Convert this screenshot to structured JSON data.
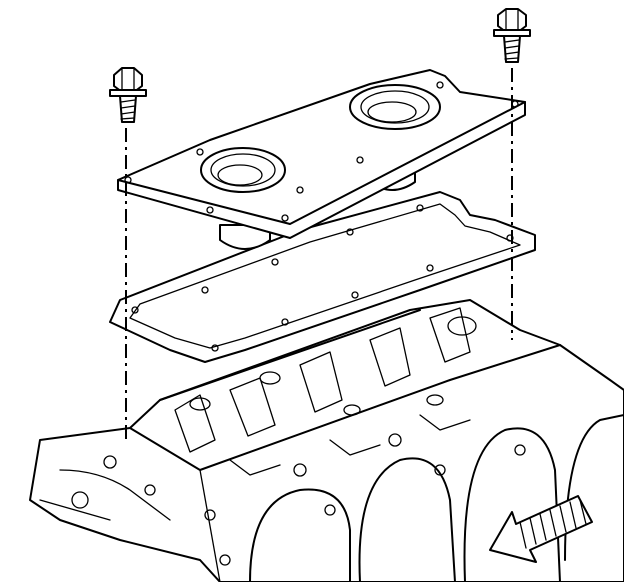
{
  "diagram": {
    "parts": [
      "bolt-left",
      "bolt-right",
      "cover-plate",
      "gasket",
      "engine-block",
      "direction-arrow"
    ],
    "colors": {
      "line": "#000000",
      "background": "#ffffff",
      "arrow_hatch": "#000000"
    }
  }
}
